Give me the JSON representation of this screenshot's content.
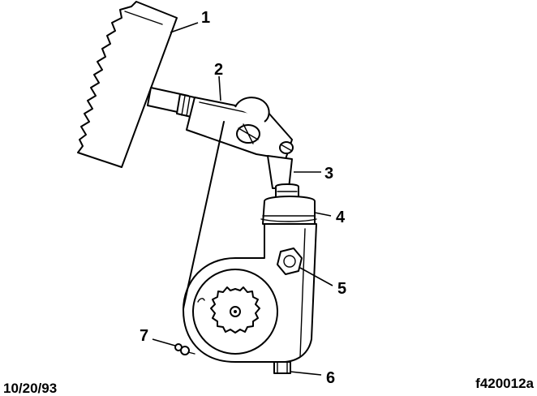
{
  "callouts": [
    {
      "id": "1",
      "label": "1"
    },
    {
      "id": "2",
      "label": "2"
    },
    {
      "id": "3",
      "label": "3"
    },
    {
      "id": "4",
      "label": "4"
    },
    {
      "id": "5",
      "label": "5"
    },
    {
      "id": "6",
      "label": "6"
    },
    {
      "id": "7",
      "label": "7"
    }
  ],
  "footer": {
    "date": "10/20/93",
    "figure_id": "f420012a"
  },
  "colors": {
    "ink": "#000000",
    "paper": "#ffffff"
  }
}
